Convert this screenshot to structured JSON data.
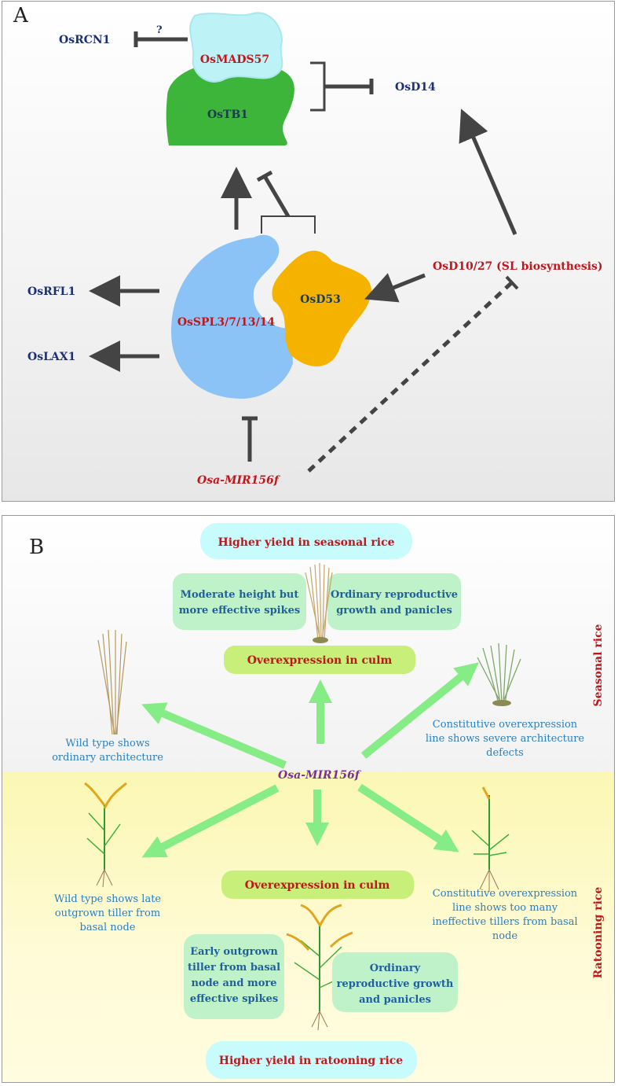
{
  "panelA": {
    "letter": "A",
    "question_mark": "?",
    "nodes": {
      "osrcn1": "OsRCN1",
      "osmads57": "OsMADS57",
      "ostb1": "OsTB1",
      "osd14": "OsD14",
      "osrfl1": "OsRFL1",
      "oslax1": "OsLAX1",
      "osspl": "OsSPL3/7/13/14",
      "osd53": "OsD53",
      "osd10": "OsD10/27 (SL biosynthesis)",
      "mir156": "Osa-MIR156f"
    },
    "colors": {
      "gene_blue": "#1b2f73",
      "gene_red": "#c0161c",
      "arrow": "#444444"
    }
  },
  "panelB": {
    "letter": "B",
    "mir156": "Osa-MIR156f",
    "seasonal_label": "Seasonal rice",
    "ratooning_label": "Ratooning rice",
    "higher_seasonal": "Higher yield  in seasonal rice",
    "box_moderate": [
      "Moderate height but",
      "more effective spikes"
    ],
    "box_ordinary_top": [
      "Ordinary  reproductive",
      "growth and panicles"
    ],
    "overexp_top": "Overexpression in culm",
    "wild_top": [
      "Wild type shows",
      "ordinary architecture"
    ],
    "const_top": [
      "Constitutive overexpression",
      "line shows severe architecture",
      "defects"
    ],
    "wild_bottom": [
      "Wild type shows late",
      "outgrown tiller from",
      "basal node"
    ],
    "overexp_bottom": "Overexpression in culm",
    "const_bottom": [
      "Constitutive overexpression",
      "line shows too many",
      "ineffective tillers from basal",
      "node"
    ],
    "box_early": [
      "Early outgrown",
      "tiller from basal",
      "node and more",
      "effective spikes"
    ],
    "box_ordinary_bottom": [
      "Ordinary",
      "reproductive growth",
      "and panicles"
    ],
    "higher_ratooning": "Higher yield  in ratooning rice",
    "colors": {
      "title_red": "#c0161c",
      "box_text_blue": "#1f5f9e",
      "desc_blue": "#2a7fc2",
      "mir_purple": "#7b2f9e",
      "arrow_green": "#86ec86"
    }
  }
}
